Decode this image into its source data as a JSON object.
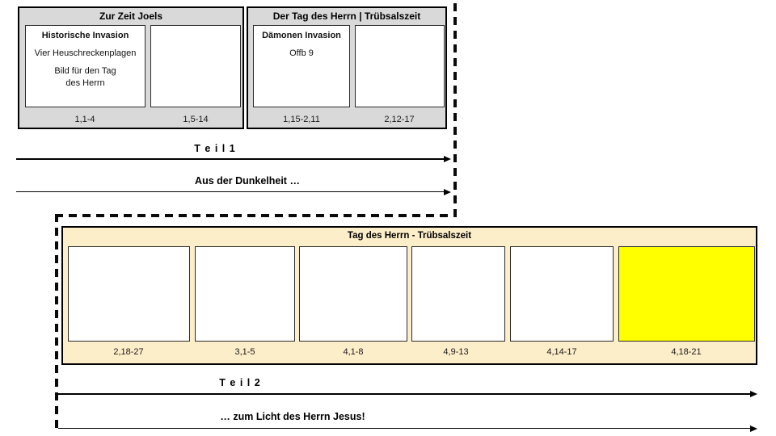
{
  "diagram": {
    "section_joel": {
      "title": "Zur Zeit Joels",
      "panels": [
        {
          "title": "Historische Invasion",
          "body": [
            "Vier Heuschreckenplagen",
            "Bild für den Tag",
            "des Herrn"
          ],
          "caption": "1,1-4"
        },
        {
          "caption": "1,5-14"
        }
      ]
    },
    "section_day": {
      "title": "Der Tag des Herrn | Trübsalszeit",
      "panels": [
        {
          "title": "Dämonen Invasion",
          "body": [
            "Offb 9"
          ],
          "caption": "1,15-2,11"
        },
        {
          "caption": "2,12-17"
        }
      ]
    },
    "part1": {
      "label": "T e i l 1",
      "sublabel": "Aus der Dunkelheit …"
    },
    "section_tribulation": {
      "title": "Tag des Herrn - Trübsalszeit",
      "panels": [
        {
          "caption": "2,18-27",
          "highlight": false
        },
        {
          "caption": "3,1-5",
          "highlight": false
        },
        {
          "caption": "4,1-8",
          "highlight": false
        },
        {
          "caption": "4,9-13",
          "highlight": false
        },
        {
          "caption": "4,14-17",
          "highlight": false
        },
        {
          "caption": "4,18-21",
          "highlight": true
        }
      ]
    },
    "part2": {
      "label": "T e i l 2",
      "sublabel": "… zum Licht des Herrn Jesus!"
    },
    "colors": {
      "panel_bg": "#d9d9d9",
      "tribulation_bg": "#fdeeca",
      "highlight": "#ffff00"
    }
  }
}
